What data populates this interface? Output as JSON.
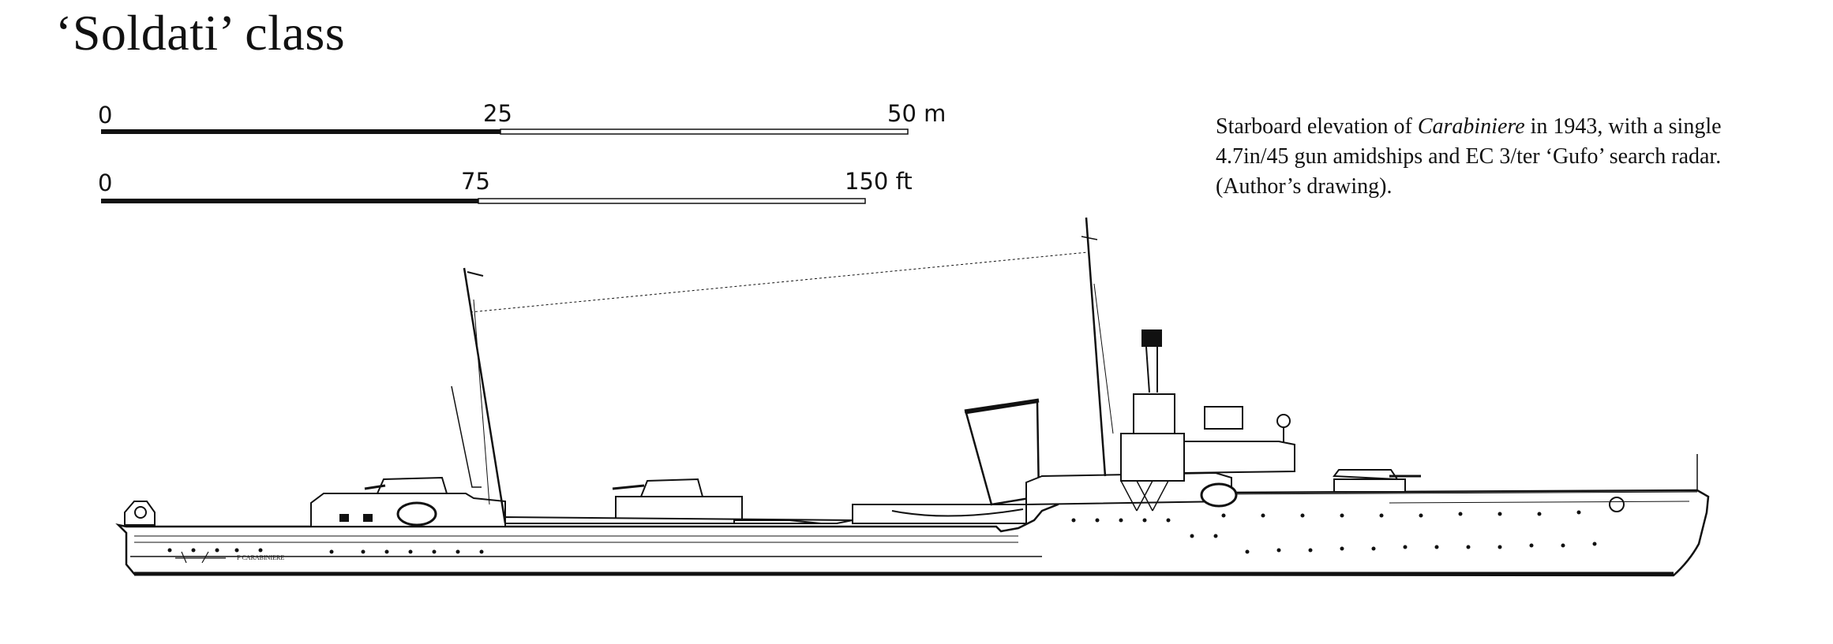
{
  "title": "‘Soldati’ class",
  "caption": {
    "before_italic": "Starboard elevation of ",
    "italic": "Carabiniere",
    "after_italic": " in 1943, with a single 4.7in/45 gun amidships and EC 3/ter ‘Gufo’ search radar. (Author’s drawing)."
  },
  "scale_metric": {
    "labels": [
      "0",
      "25",
      "50 m"
    ]
  },
  "scale_imperial": {
    "labels": [
      "0",
      "75",
      "150 ft"
    ]
  },
  "hull_name": "F CARABINIERE",
  "colors": {
    "ink": "#111111",
    "paper": "#ffffff"
  }
}
